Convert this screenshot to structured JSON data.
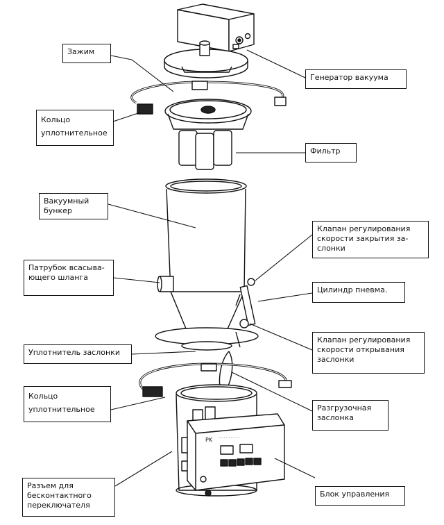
{
  "labels": {
    "clamp": "Зажим",
    "seal_ring_top": "Кольцо\nуплотнительное",
    "vacuum_generator": "Генератор вакуума",
    "filter": "Фильтр",
    "vacuum_hopper": "Вакуумный\nбункер",
    "suction_pipe": "Патрубок всасыва-\nющего шланга",
    "close_speed_valve": "Клапан регулирования\nскорости закрытия за-\nслонки",
    "pneumatic_cylinder": "Цилиндр пневма.",
    "open_speed_valve": "Клапан регулирования\nскорости открывания\nзаслонки",
    "flap_seal": "Уплотнитель заслонки",
    "seal_ring_bottom": "Кольцо\nуплотнительное",
    "discharge_flap": "Разгрузочная\nзаслонка",
    "sensor_connector": "Разъем для\nбесконтактного\nпереключателя",
    "control_unit": "Блок управления"
  },
  "panel": {
    "brand_mark": "PK",
    "model_text": "- - - - - - - - -"
  }
}
